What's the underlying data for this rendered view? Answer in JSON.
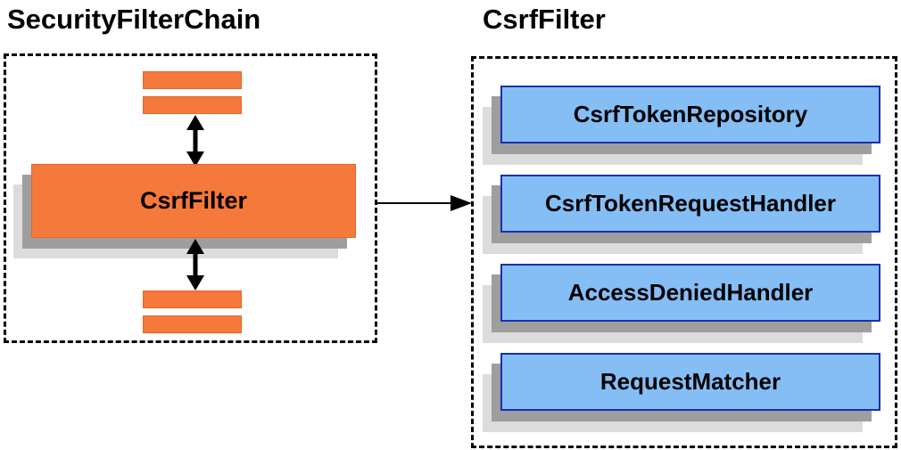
{
  "diagram": {
    "left": {
      "title": "SecurityFilterChain",
      "filter_label": "CsrfFilter"
    },
    "right": {
      "title": "CsrfFilter",
      "components": [
        {
          "label": "CsrfTokenRepository"
        },
        {
          "label": "CsrfTokenRequestHandler"
        },
        {
          "label": "AccessDeniedHandler"
        },
        {
          "label": "RequestMatcher"
        }
      ]
    },
    "colors": {
      "orange_fill": "#f4793b",
      "orange_border": "#e5662a",
      "blue_fill": "#85bef5",
      "blue_border": "#1b2fb0",
      "shadow_dark": "#9e9e9e",
      "shadow_light": "#dcdcdc",
      "line": "#000000"
    }
  }
}
